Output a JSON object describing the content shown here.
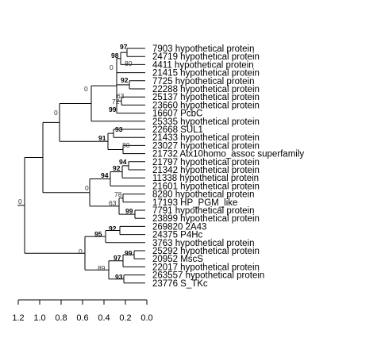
{
  "tree": {
    "leaves": [
      "7903 hypothetical protein",
      "24719 hypothetical protein",
      "4411 hypothetical protein",
      "21415 hypothetical protein",
      "7725 hypothetical protein",
      "22288 hypothetical protein",
      "25137 hypothetical protein",
      "23660 hypothetical protein",
      "16607 PcbC",
      "25335 hypothetical protein",
      "22668 SUL1",
      "21433 hypothetical protein",
      "23027 hypothetical protein",
      "21732 Atx10homo_assoc superfamily",
      "21797 hypothetical protein",
      "21342 hypothetical protein",
      "11338 hypothetical protein",
      "21601 hypothetical protein",
      "8280 hypothetical protein",
      "17193 HP_PGM_like",
      "7791 hypothetical protein",
      "23899 hypothetical protein",
      "269820 2A43",
      "24375 P4Hc",
      "3763 hypothetical protein",
      "25292 hypothetical protein",
      "20952 MscS",
      "22017 hypothetical protein",
      "263557 hypothetical protein",
      "23776 S_TKc"
    ],
    "bootstrap": [
      {
        "label": "97",
        "bold": true
      },
      {
        "label": "98",
        "bold": true
      },
      {
        "label": "80",
        "bold": false
      },
      {
        "label": "0",
        "bold": false
      },
      {
        "label": "92",
        "bold": true
      },
      {
        "label": "63",
        "bold": false
      },
      {
        "label": "72",
        "bold": false
      },
      {
        "label": "99",
        "bold": true
      },
      {
        "label": "0",
        "bold": false
      },
      {
        "label": "0",
        "bold": false
      },
      {
        "label": "93",
        "bold": true
      },
      {
        "label": "80",
        "bold": false
      },
      {
        "label": "91",
        "bold": true
      },
      {
        "label": "94",
        "bold": true
      },
      {
        "label": "92",
        "bold": true
      },
      {
        "label": "94",
        "bold": true
      },
      {
        "label": "78",
        "bold": false
      },
      {
        "label": "63",
        "bold": false
      },
      {
        "label": "99",
        "bold": true
      },
      {
        "label": "0",
        "bold": false
      },
      {
        "label": "0",
        "bold": false
      },
      {
        "label": "92",
        "bold": true
      },
      {
        "label": "95",
        "bold": true
      },
      {
        "label": "99",
        "bold": true
      },
      {
        "label": "97",
        "bold": true
      },
      {
        "label": "89",
        "bold": false
      },
      {
        "label": "93",
        "bold": true
      },
      {
        "label": "0",
        "bold": false
      },
      {
        "label": "0",
        "bold": false
      }
    ],
    "scale_ticks": [
      "1.2",
      "1.0",
      "0.8",
      "0.6",
      "0.4",
      "0.2",
      "0.0"
    ]
  }
}
